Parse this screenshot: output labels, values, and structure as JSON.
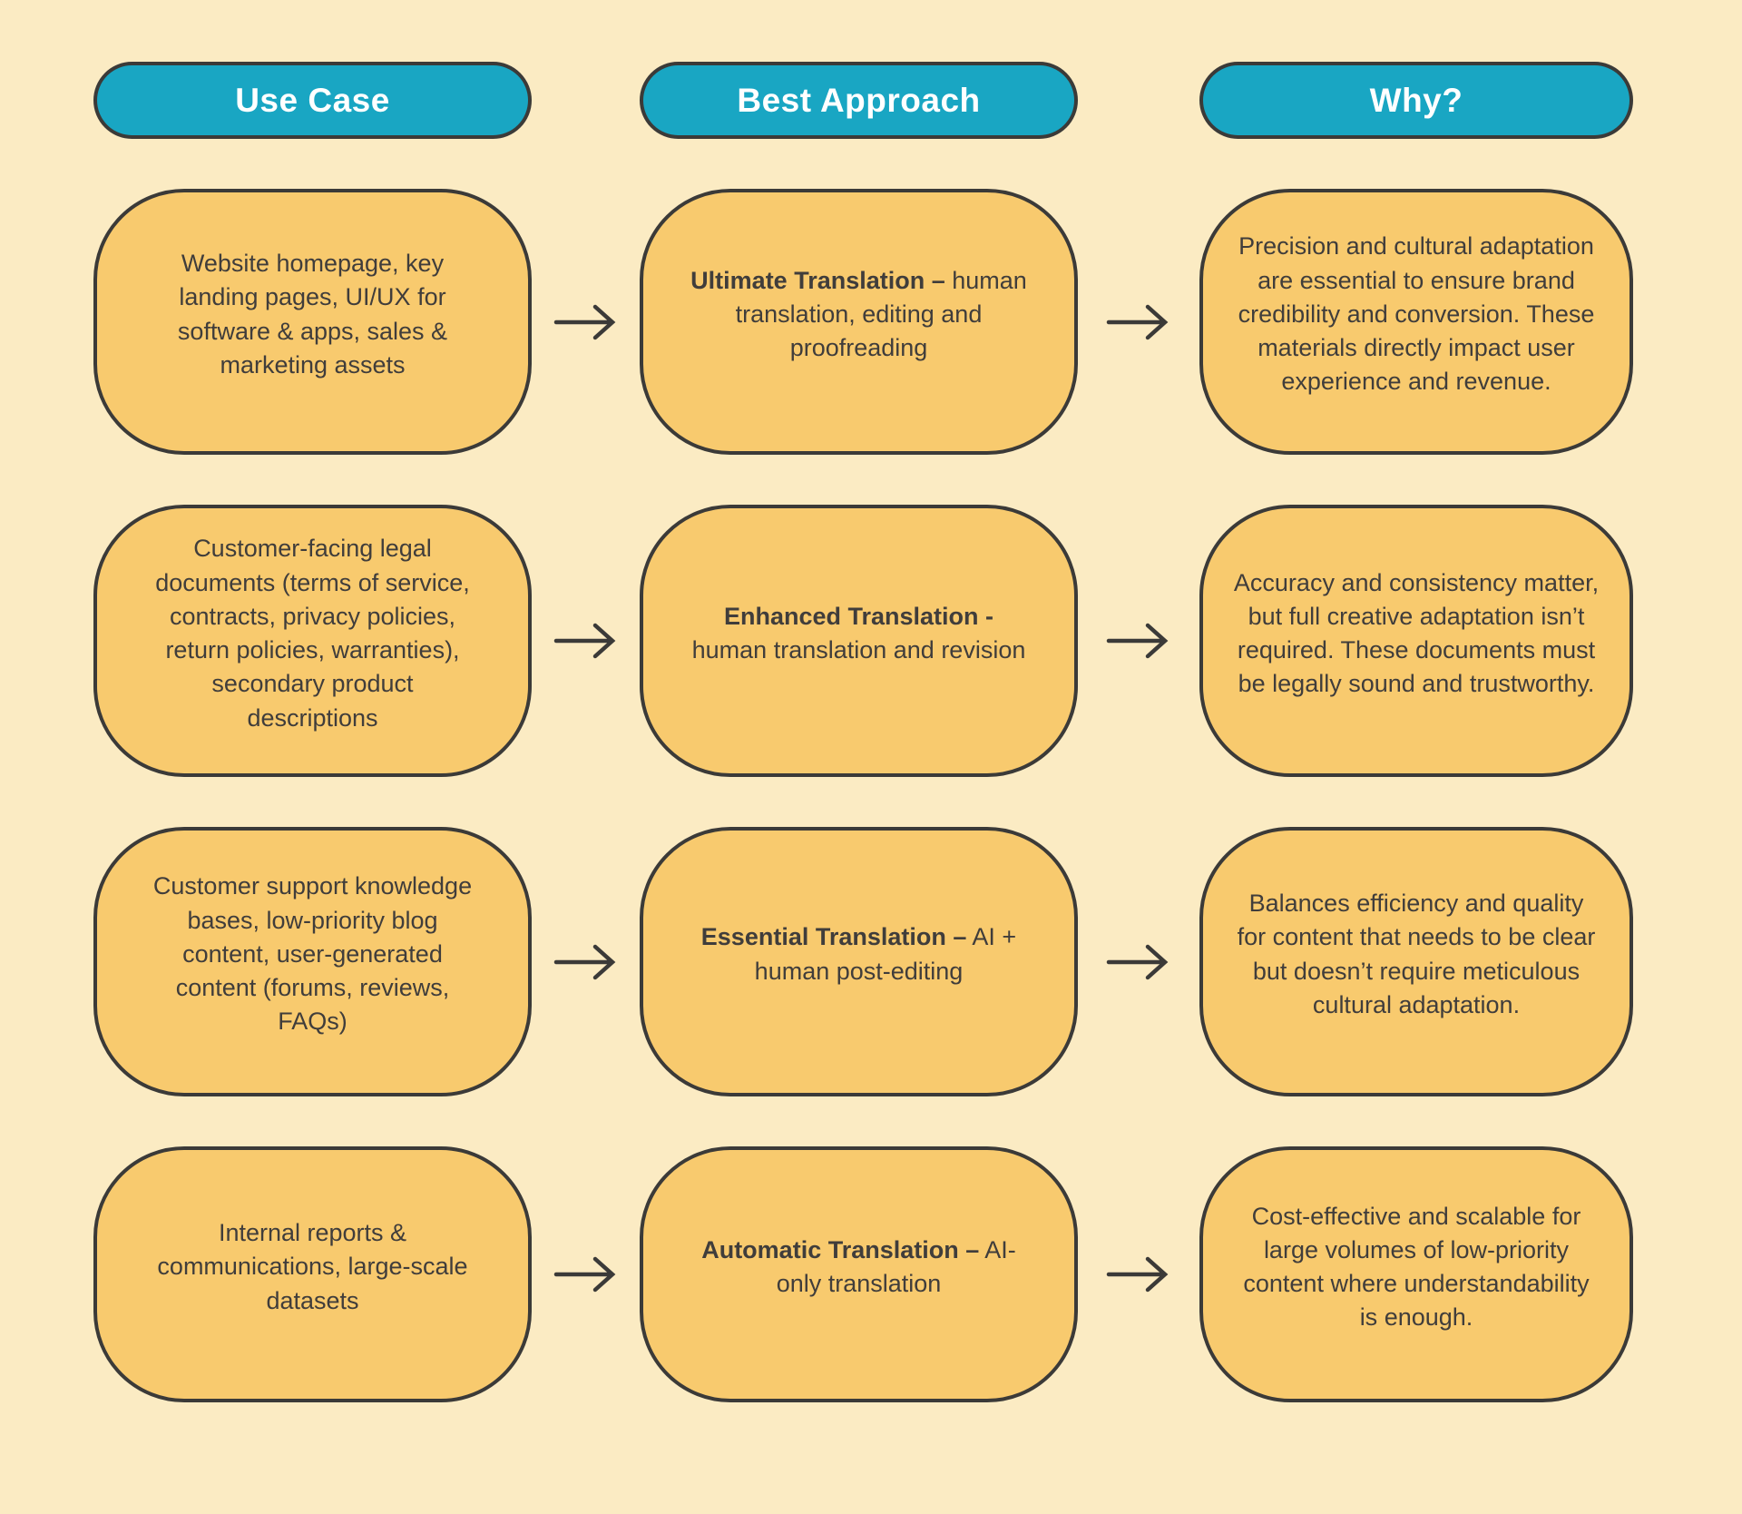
{
  "palette": {
    "background": "#FBEBC3",
    "box_fill": "#F8CA6E",
    "header_fill": "#19A6C3",
    "header_text": "#FFFFFF",
    "stroke": "#3B3A38",
    "body_text": "#403D3B"
  },
  "headers": [
    "Use Case",
    "Best Approach",
    "Why?"
  ],
  "icons": {
    "arrow": "right-arrow"
  },
  "rows": [
    {
      "use_case": "Website homepage, key landing pages, UI/UX for software & apps, sales & marketing assets",
      "approach_title": "Ultimate Translation –",
      "approach_rest": "human translation, editing and proofreading",
      "why": "Precision and cultural adaptation are essential to ensure brand credibility and conversion. These materials directly impact user experience and revenue."
    },
    {
      "use_case": "Customer-facing legal documents (terms of service, contracts, privacy policies, return policies, warranties), secondary product descriptions",
      "approach_title": "Enhanced Translation -",
      "approach_rest": "human translation and revision",
      "why": "Accuracy and consistency matter, but full creative adaptation isn’t required. These documents must be legally sound and trustworthy."
    },
    {
      "use_case": "Customer support knowledge bases, low-priority blog content, user-generated content (forums, reviews, FAQs)",
      "approach_title": "Essential Translation –",
      "approach_rest": "AI + human post-editing",
      "why": "Balances efficiency and quality for content that needs to be clear but doesn’t require meticulous cultural adaptation."
    },
    {
      "use_case": "Internal reports & communications, large-scale datasets",
      "approach_title": "Automatic Translation –",
      "approach_rest": "AI-only translation",
      "why": "Cost-effective and scalable for large volumes of low-priority content where understandability is enough."
    }
  ]
}
